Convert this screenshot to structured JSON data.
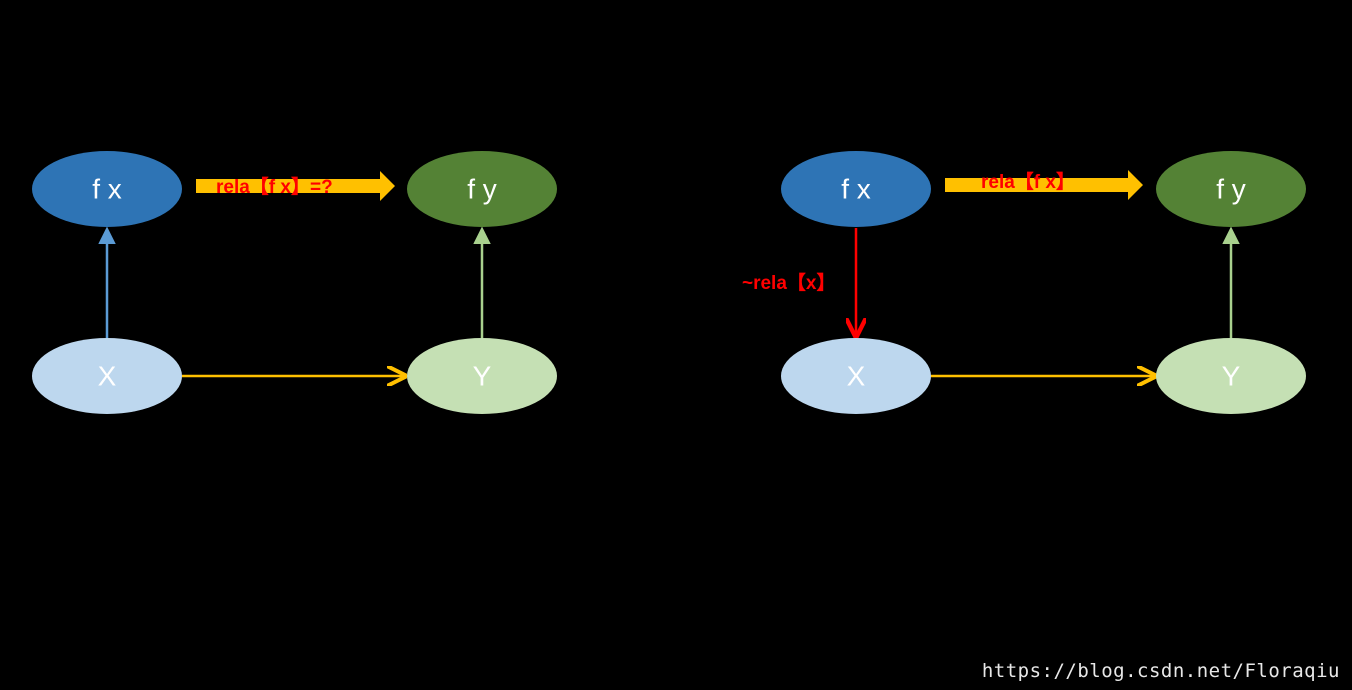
{
  "colors": {
    "background": "#000000",
    "fx_node": "#2e74b5",
    "fy_node": "#548235",
    "x_node": "#bdd7ee",
    "y_node": "#c5e0b4",
    "node_text_dark": "#ffffff",
    "node_text_light": "#ffffff",
    "orange": "#ffc000",
    "blue_arrow": "#5b9bd5",
    "green_arrow": "#a9d18e",
    "red": "#ff0000"
  },
  "left_diagram": {
    "nodes": {
      "fx": "f x",
      "fy": "f y",
      "x": "X",
      "y": "Y"
    },
    "rela_label": "rela【f x】=?"
  },
  "right_diagram": {
    "nodes": {
      "fx": "f x",
      "fy": "f y",
      "x": "X",
      "y": "Y"
    },
    "rela_label": "rela【f x】",
    "inverse_label": "~rela【x】"
  },
  "watermark": "https://blog.csdn.net/Floraqiu"
}
